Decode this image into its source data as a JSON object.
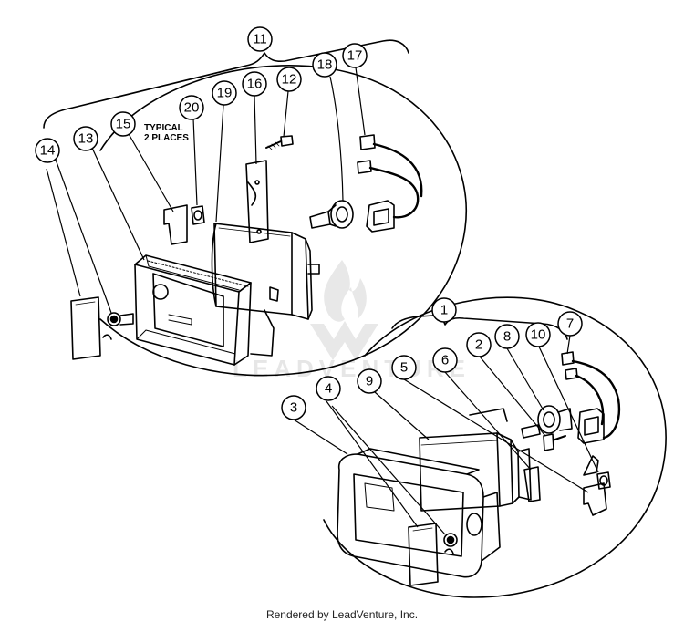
{
  "diagram": {
    "callouts": [
      {
        "id": "c11",
        "label": "11"
      },
      {
        "id": "c12",
        "label": "12"
      },
      {
        "id": "c13",
        "label": "13"
      },
      {
        "id": "c14",
        "label": "14"
      },
      {
        "id": "c15",
        "label": "15"
      },
      {
        "id": "c16",
        "label": "16"
      },
      {
        "id": "c17",
        "label": "17"
      },
      {
        "id": "c18",
        "label": "18"
      },
      {
        "id": "c19",
        "label": "19"
      },
      {
        "id": "c20",
        "label": "20"
      },
      {
        "id": "c1",
        "label": "1"
      },
      {
        "id": "c2",
        "label": "2"
      },
      {
        "id": "c3",
        "label": "3"
      },
      {
        "id": "c4",
        "label": "4"
      },
      {
        "id": "c5",
        "label": "5"
      },
      {
        "id": "c6",
        "label": "6"
      },
      {
        "id": "c7",
        "label": "7"
      },
      {
        "id": "c8",
        "label": "8"
      },
      {
        "id": "c9",
        "label": "9"
      },
      {
        "id": "c10",
        "label": "10"
      }
    ],
    "note_line1": "TYPICAL",
    "note_line2": "2 PLACES",
    "watermark": "LEADVENTURE"
  },
  "footer": {
    "text": "Rendered by LeadVenture, Inc."
  }
}
